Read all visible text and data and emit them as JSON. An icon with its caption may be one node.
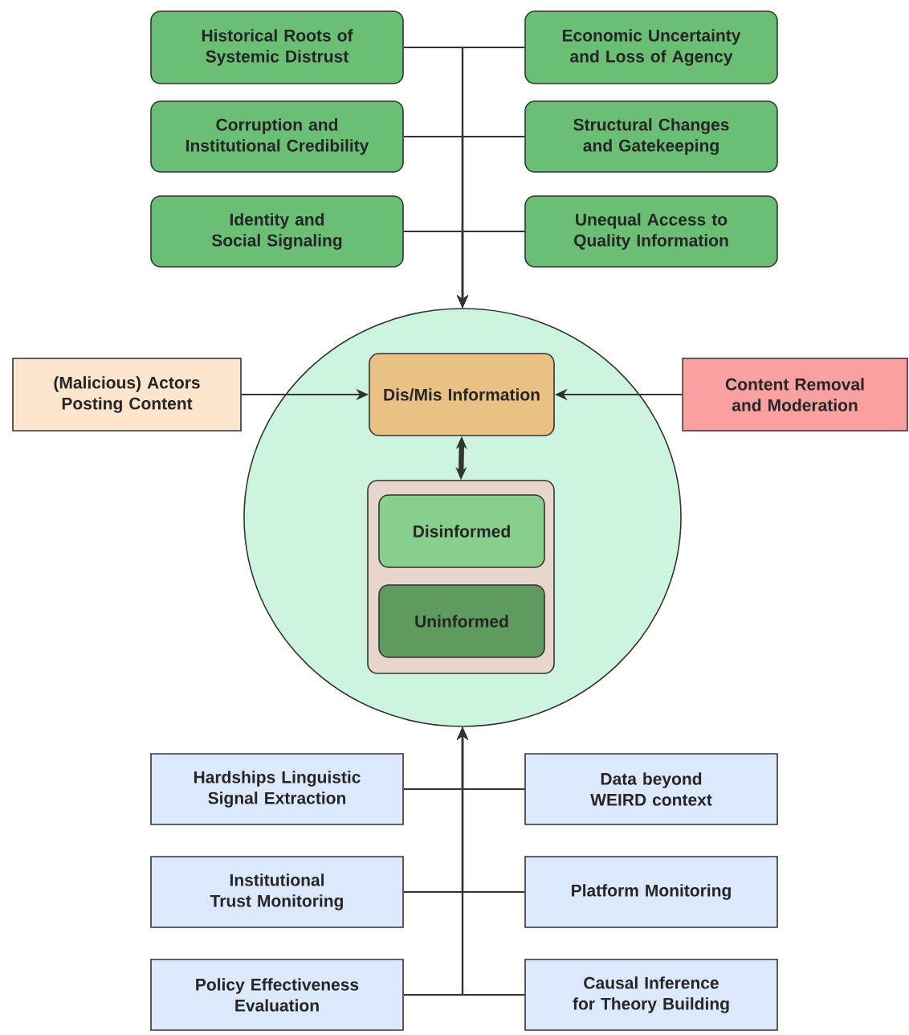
{
  "diagram": {
    "nodes": [
      {
        "text": [
          "Historical Roots of Systemic Distrust"
        ]
      },
      {
        "text": [
          "Economic Uncertainty and Loss of Agency"
        ]
      },
      {
        "text": [
          "Corruption and Institutional Credibility"
        ]
      },
      {
        "text": [
          "Structural Changes and Gatekeeping"
        ]
      },
      {
        "text": [
          "Identity and Social Signaling"
        ]
      },
      {
        "text": [
          "Unequal Access to Quality Information"
        ]
      },
      {
        "text": [
          "(Malicious) Actors Posting Content"
        ]
      },
      {
        "text": [],
        "shape": "circle"
      },
      {
        "text": [
          "Dis/Mis Information"
        ],
        "in": 7
      },
      {
        "text": [
          "Content Removal and Moderation"
        ]
      },
      {
        "text": [],
        "shape": "box",
        "in": 7
      },
      {
        "text": [
          "Disinformed"
        ],
        "in": 10
      },
      {
        "text": [
          "Uninformed"
        ],
        "in": 10
      },
      {
        "text": [
          "Hardships Linguistic Signal Extraction"
        ]
      },
      {
        "text": [
          "Data beyond WEIRD context"
        ]
      },
      {
        "text": [
          "Institutional Trust Monitoring"
        ]
      },
      {
        "text": [
          "Platform Monitoring"
        ]
      },
      {
        "text": [
          "Policy Effectiveness Evaluation"
        ]
      },
      {
        "text": [
          "Causal Inference for Theory Building"
        ]
      }
    ],
    "edges": [
      {
        "from": 0,
        "to": 7,
        "arrow": "to"
      },
      {
        "from": 1,
        "to": 7,
        "arrow": "to"
      },
      {
        "from": 2,
        "to": 7,
        "arrow": "to"
      },
      {
        "from": 3,
        "to": 7,
        "arrow": "to"
      },
      {
        "from": 4,
        "to": 7,
        "arrow": "to"
      },
      {
        "from": 5,
        "to": 7,
        "arrow": "to"
      },
      {
        "from": 6,
        "to": 8,
        "arrow": "to"
      },
      {
        "from": 9,
        "to": 8,
        "arrow": "to"
      },
      {
        "from": 8,
        "to": 10,
        "arrow": "both",
        "style": "thick"
      },
      {
        "from": 13,
        "to": 7,
        "arrow": "to"
      },
      {
        "from": 14,
        "to": 7,
        "arrow": "to"
      },
      {
        "from": 15,
        "to": 7,
        "arrow": "to"
      },
      {
        "from": 16,
        "to": 7,
        "arrow": "to"
      },
      {
        "from": 17,
        "to": 7,
        "arrow": "to"
      },
      {
        "from": 18,
        "to": 7,
        "arrow": "to"
      }
    ]
  }
}
